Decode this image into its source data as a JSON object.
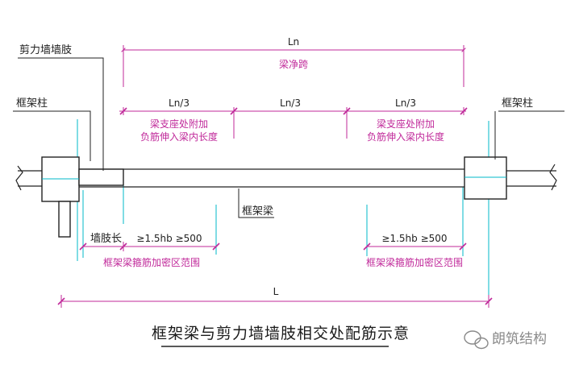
{
  "labels": {
    "shear_wall_limb": "剪力墙墙肢",
    "frame_column_left": "框架柱",
    "frame_column_right": "框架柱",
    "frame_beam": "框架梁",
    "wall_limb_length": "墙肢长"
  },
  "dimensions": {
    "ln": "Ln",
    "ln_caption": "梁净跨",
    "ln3_left": "Ln/3",
    "ln3_mid": "Ln/3",
    "ln3_right": "Ln/3",
    "neg_rebar_left_line1": "梁支座处附加",
    "neg_rebar_left_line2": "负筋伸入梁内长度",
    "neg_rebar_right_line1": "梁支座处附加",
    "neg_rebar_right_line2": "负筋伸入梁内长度",
    "stirrup_len_left": "≥1.5hb ≥500",
    "stirrup_len_right": "≥1.5hb ≥500",
    "stirrup_zone_left": "框架梁箍筋加密区范围",
    "stirrup_zone_right": "框架梁箍筋加密区范围",
    "total_length": "L"
  },
  "title": "框架梁与剪力墙墙肢相交处配筋示意",
  "watermark": "朗筑结构",
  "colors": {
    "dimension": "#c0299a",
    "guide": "#00b8c8",
    "line": "#222222"
  }
}
